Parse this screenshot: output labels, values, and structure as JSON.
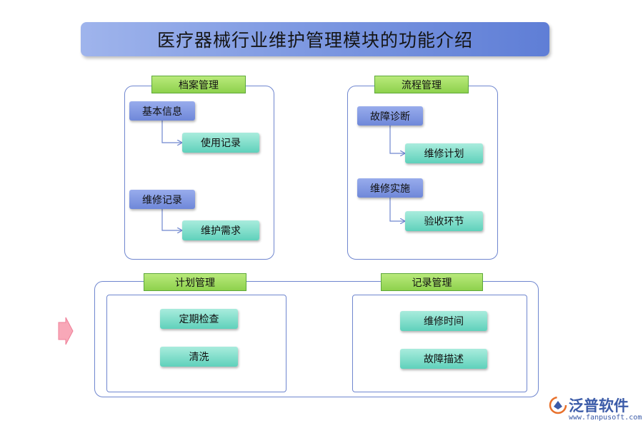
{
  "title": "医疗器械行业维护管理模块的功能介绍",
  "archive": {
    "header": "档案管理",
    "items": [
      {
        "parent": "基本信息",
        "child": "使用记录"
      },
      {
        "parent": "维修记录",
        "child": "维护需求"
      }
    ]
  },
  "process": {
    "header": "流程管理",
    "items": [
      {
        "parent": "故障诊断",
        "child": "维修计划"
      },
      {
        "parent": "维修实施",
        "child": "验收环节"
      }
    ]
  },
  "plan": {
    "header": "计划管理",
    "items": [
      "定期检查",
      "清洗"
    ]
  },
  "record": {
    "header": "记录管理",
    "items": [
      "维修时间",
      "故障描述"
    ]
  },
  "logo": {
    "name": "泛普软件",
    "url": "www.fanpusoft.com"
  },
  "colors": {
    "title": "#7f9ae2",
    "group_header": "#8ed14d",
    "parent_box": "#7f96df",
    "child_box": "#6fd6c2",
    "panel_border": "#6f86cf",
    "arrow": "#f28aa0"
  }
}
